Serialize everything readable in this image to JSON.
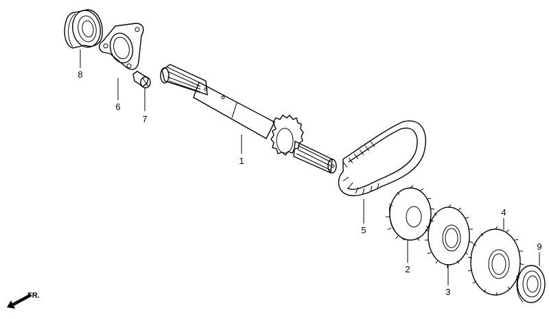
{
  "direction_label": "FR.",
  "callouts": [
    {
      "id": "1",
      "text": "1"
    },
    {
      "id": "2",
      "text": "2"
    },
    {
      "id": "3",
      "text": "3"
    },
    {
      "id": "4",
      "text": "4"
    },
    {
      "id": "5",
      "text": "5"
    },
    {
      "id": "6",
      "text": "6"
    },
    {
      "id": "7",
      "text": "7"
    },
    {
      "id": "8",
      "text": "8"
    },
    {
      "id": "9",
      "text": "9"
    }
  ]
}
